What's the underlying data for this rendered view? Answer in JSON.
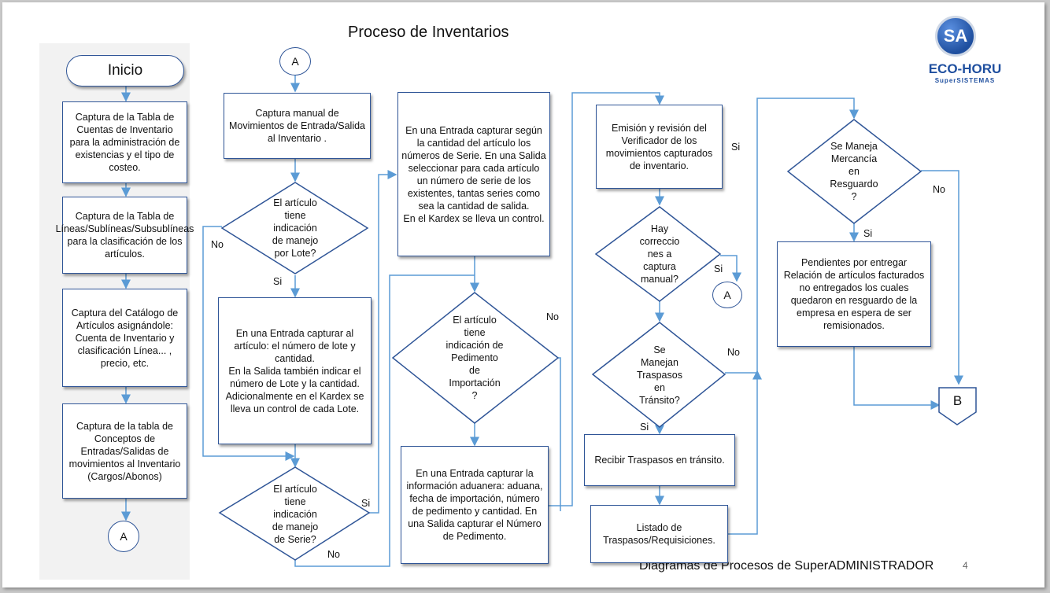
{
  "title": "Proceso de Inventarios",
  "footer": "Diagramas de Procesos de SuperADMINISTRADOR",
  "page_number": "4",
  "logo": {
    "badge": "SA",
    "name": "ECO-HORU",
    "subtitle": "SuperSISTEMAS"
  },
  "column1": {
    "start": "Inicio",
    "step1": "Captura de la Tabla de Cuentas de Inventario para la administración de existencias y el tipo de costeo.",
    "step2": "Captura de la Tabla de Líneas/Sublíneas/Subsublíneas para la clasificación de los artículos.",
    "step3": "Captura del Catálogo de Artículos asignándole: Cuenta de Inventario y clasificación Línea... , precio, etc.",
    "step4": "Captura de la tabla de Conceptos de Entradas/Salidas de movimientos al Inventario (Cargos/Abonos)",
    "connector": "A"
  },
  "column2": {
    "connector": "A",
    "step_manual": "Captura manual de Movimientos de Entrada/Salida al Inventario .",
    "decision_lote": "El artículo\ntiene\nindicación\nde manejo\npor Lote?",
    "yes_lote": "Si",
    "no_lote": "No",
    "step_lote": "En una  Entrada capturar al artículo: el número de lote y cantidad.\nEn la Salida también indicar el número de Lote y la cantidad.\nAdicionalmente en el Kardex se lleva un control de cada Lote.",
    "decision_serie": "El artículo\ntiene\nindicación\nde manejo\nde Serie?",
    "yes_serie": "Si",
    "no_serie": "No"
  },
  "column3": {
    "step_serie": "En una Entrada capturar según la cantidad del artículo los números de Serie. En una Salida seleccionar para cada artículo un número de serie de los existentes, tantas series como sea la cantidad de salida.\nEn el Kardex se lleva un control.",
    "decision_pedimento": "El artículo\ntiene\nindicación de\nPedimento\nde\nImportación\n?",
    "no_pedimento": "No",
    "step_pedimento": "En una Entrada capturar  la información aduanera: aduana, fecha de importación, número de pedimento y cantidad.  En una Salida capturar el Número de Pedimento."
  },
  "column4": {
    "step_verificador": "Emisión y  revisión del Verificador de los movimientos capturados  de inventario.",
    "label_si_top": "Si",
    "decision_correcciones": "Hay\ncorreccio\nnes a\ncaptura\nmanual?",
    "yes_correcciones": "Si",
    "connector": "A",
    "decision_traspasos": "Se\nManejan\nTraspasos\nen\nTránsito?",
    "no_traspasos": "No",
    "yes_traspasos": "Si",
    "step_recibir": "Recibir Traspasos en tránsito.",
    "step_listado": "Listado de Traspasos/Requisiciones."
  },
  "column5": {
    "decision_resguardo": "Se Maneja\nMercancía\nen\nResguardo\n?",
    "no_resguardo": "No",
    "yes_resguardo": "Si",
    "step_pendientes": "Pendientes por entregar Relación de artículos facturados no entregados los cuales quedaron en resguardo de la empresa en espera de ser remisionados.",
    "end_connector": "B"
  },
  "colors": {
    "line": "#5b9bd5",
    "border": "#2f5597"
  }
}
